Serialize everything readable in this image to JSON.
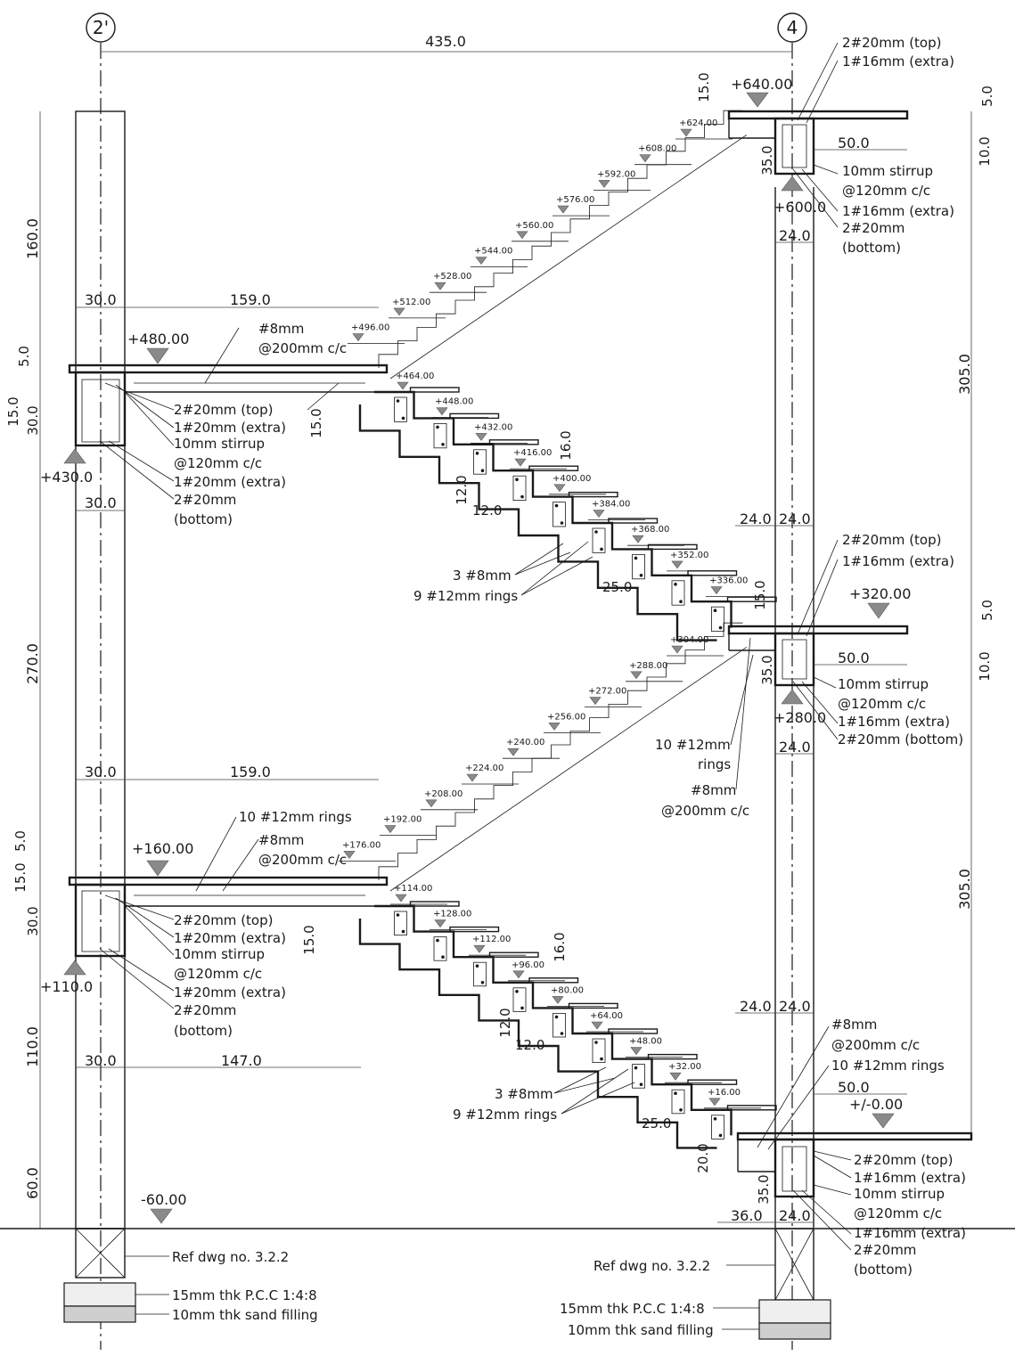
{
  "grids": {
    "left": "2'",
    "right": "4"
  },
  "overall_dim": "435.0",
  "levels": {
    "roof": "+640.00",
    "roof_beam_bottom": "+600.0",
    "landing_upper": "+480.00",
    "landing_upper_beam_bottom": "+430.0",
    "mid": "+320.00",
    "mid_beam_bottom": "+280.0",
    "landing_lower": "+160.00",
    "landing_lower_beam_bottom": "+110.0",
    "ground": "+/-0.00",
    "plinth": "-60.00"
  },
  "steps_small": {
    "flight4": [
      "+624.00",
      "+608.00",
      "+592.00",
      "+576.00",
      "+560.00",
      "+544.00",
      "+528.00",
      "+512.00",
      "+496.00"
    ],
    "flight3": [
      "+464.00",
      "+448.00",
      "+432.00",
      "+416.00",
      "+400.00",
      "+384.00",
      "+368.00",
      "+352.00",
      "+336.00"
    ],
    "flight2": [
      "+304.00",
      "+288.00",
      "+272.00",
      "+256.00",
      "+240.00",
      "+224.00",
      "+208.00",
      "+192.00",
      "+176.00"
    ],
    "flight1": [
      "+114.00",
      "+128.00",
      "+112.00",
      "+96.00",
      "+80.00",
      "+64.00",
      "+48.00",
      "+32.00",
      "+16.00"
    ]
  },
  "dims": {
    "d160": "160.0",
    "d270": "270.0",
    "d110": "110.0",
    "d60": "60.0",
    "d305a": "305.0",
    "d305b": "305.0",
    "d5": "5.0",
    "d15": "15.0",
    "d30": "30.0",
    "d10": "10.0",
    "d159": "159.0",
    "d147": "147.0",
    "d24": "24.0",
    "d50": "50.0",
    "d35": "35.0",
    "d16": "16.0",
    "d12": "12.0",
    "d25": "25.0",
    "d20": "20.0",
    "d36": "36.0"
  },
  "notes": {
    "top2": "2#20mm (top)",
    "extra16": "1#16mm (extra)",
    "stirrup": "10mm stirrup",
    "stirrup_cc": "@120mm c/c",
    "bottom2_a": "2#20mm",
    "bottom2_b": "(bottom)",
    "bottom2_full": "2#20mm (bottom)",
    "top20": "2#20mm (top)",
    "extra20": "1#20mm (extra)",
    "dist_a": "#8mm",
    "dist_b": "@200mm c/c",
    "rings10": "10 #12mm rings",
    "rings10_a": "10 #12mm",
    "rings10_b": "rings",
    "bars3": "3 #8mm",
    "rings9": "9 #12mm rings",
    "ref": "Ref dwg no. 3.2.2",
    "pcc": "15mm thk P.C.C 1:4:8",
    "sand": "10mm thk sand filling"
  }
}
